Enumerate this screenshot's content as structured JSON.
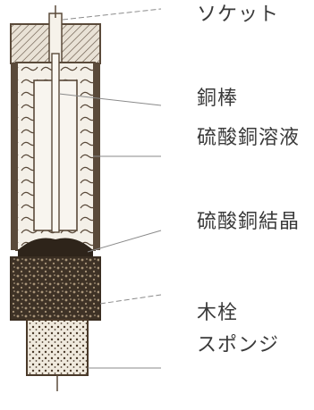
{
  "labels": {
    "socket": "ソケット",
    "copper_rod": "銅棒",
    "copper_sulfate_solution": "硫酸銅溶液",
    "copper_sulfate_crystal": "硫酸銅結晶",
    "wood_plug": "木栓",
    "sponge": "スポンジ"
  },
  "colors": {
    "ink": "#5a4a3a",
    "leader": "#8a8a8a",
    "text": "#3a3a3a"
  }
}
